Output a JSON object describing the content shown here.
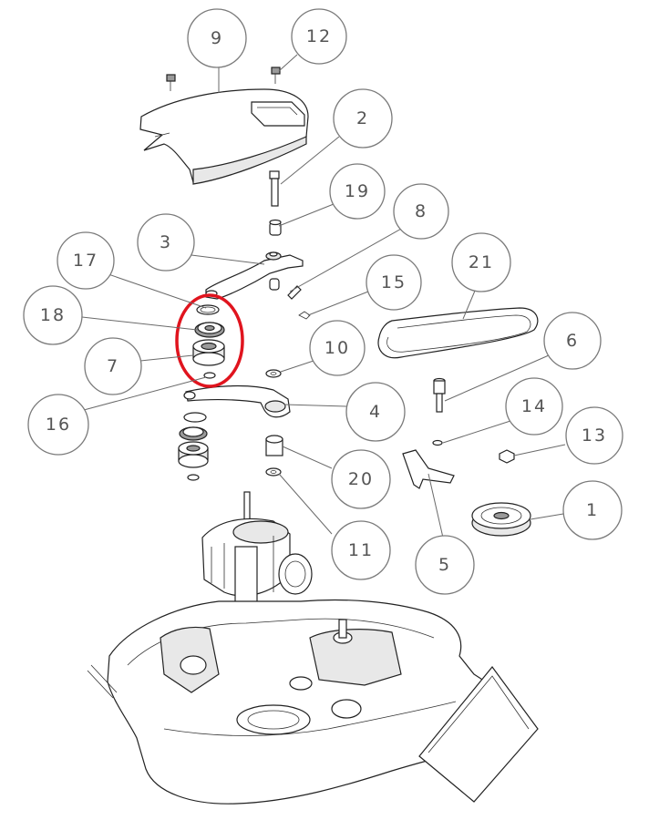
{
  "callouts": [
    {
      "label": "9"
    },
    {
      "label": "12"
    },
    {
      "label": "2"
    },
    {
      "label": "19"
    },
    {
      "label": "8"
    },
    {
      "label": "3"
    },
    {
      "label": "17"
    },
    {
      "label": "15"
    },
    {
      "label": "21"
    },
    {
      "label": "18"
    },
    {
      "label": "10"
    },
    {
      "label": "6"
    },
    {
      "label": "7"
    },
    {
      "label": "4"
    },
    {
      "label": "16"
    },
    {
      "label": "14"
    },
    {
      "label": "13"
    },
    {
      "label": "20"
    },
    {
      "label": "1"
    },
    {
      "label": "11"
    },
    {
      "label": "5"
    }
  ],
  "highlight_color": "#e0141e"
}
